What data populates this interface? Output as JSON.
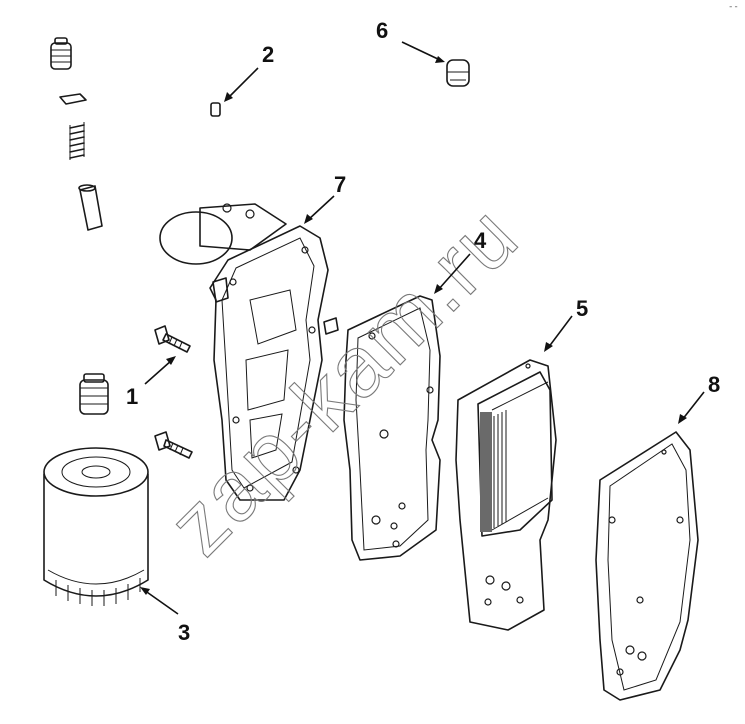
{
  "corner_mark": "--",
  "watermark": "zap-kam.ru",
  "callouts": [
    {
      "label": "1"
    },
    {
      "label": "2"
    },
    {
      "label": "3"
    },
    {
      "label": "4"
    },
    {
      "label": "5"
    },
    {
      "label": "6"
    },
    {
      "label": "7"
    },
    {
      "label": "8"
    }
  ]
}
